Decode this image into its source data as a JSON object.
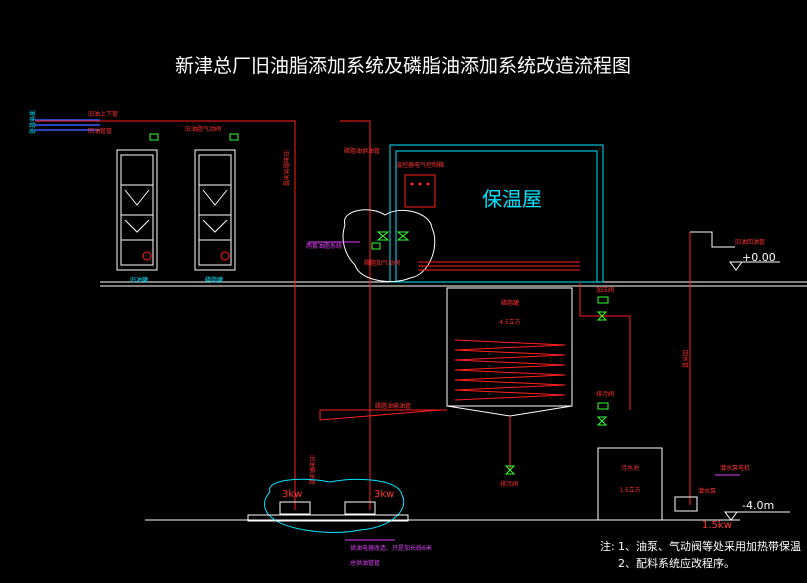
{
  "title": "新津总厂旧油脂添加系统及磷脂油添加系统改造流程图",
  "insulation_room": "保温屋",
  "labels": {
    "old_oil_top": "旧油上下管",
    "return_pipe": "回油管管",
    "pipe_left_blue": "液体管道",
    "pipe_left_green": "排污管",
    "air_valve_top": "旧油脂气动阀",
    "pipe_mid1": "旧油脂供油管",
    "pipe_mid2": "磷脂油供油管",
    "control_box": "温控器电气控制箱",
    "scale_system": "两套油脂系统",
    "valve_group": "磷脂加气动阀",
    "tank_left_label": "旧油罐",
    "tank_right_label": "磷脂罐",
    "phos_tank": "磷脂罐",
    "phos_tank_vol": "4.5立方",
    "drain_valve": "排污阀",
    "return_valve_top": "加压阀",
    "return_valve_bot": "排污阀",
    "return_pipe_right": "回水管",
    "old_return": "旧油回油管",
    "elev_zero": "+0.00",
    "pipe_low1": "磷脂油输油管",
    "pipe_low2": "旧油输油管",
    "sewage_tank": "污水池",
    "sewage_vol": "1.5立方",
    "pump_elec": "潜水泵电机",
    "pump_label": "潜水泵",
    "pump_kw": "1.5kw",
    "elev_minus": "-4.0m",
    "kw_left": "3kw",
    "kw_right": "3kw",
    "pump_note1": "供油电器改造、只是加长线6米",
    "pump_note2": "总供油管管",
    "note_prefix": "注:",
    "note1": "1、油泵、气动阀等处采用加热带保温",
    "note2": "2、配料系统应改程序。"
  },
  "colors": {
    "background": "#000000",
    "pipe": "#ff2020",
    "structure": "#00e5ff",
    "equipment": "#ffffff",
    "valve": "#33ff33",
    "callout": "#e040fb",
    "heating_coil": "#ff2020"
  }
}
